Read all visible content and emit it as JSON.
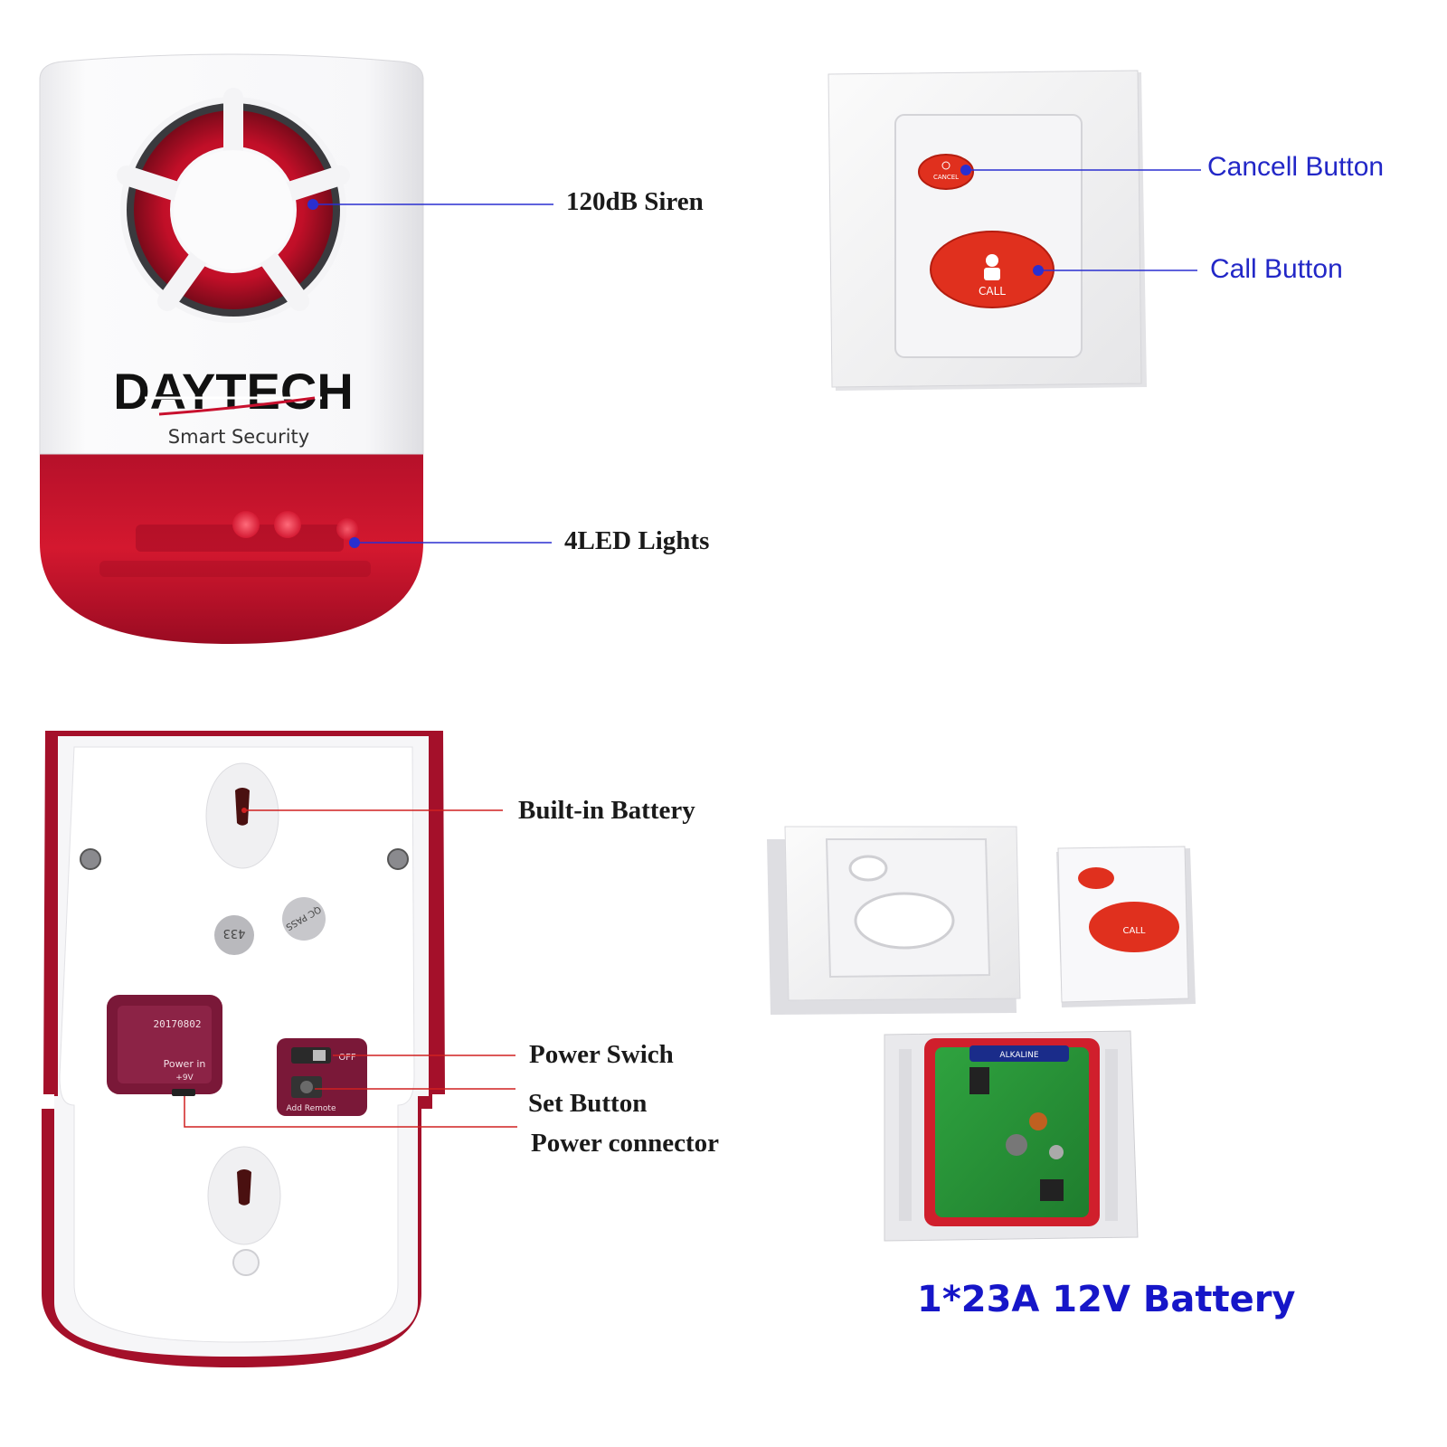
{
  "brand": {
    "name": "DAYTECH",
    "tagline": "Smart Security"
  },
  "button_caps": {
    "cancel": "CANCEL",
    "call": "CALL"
  },
  "pcb_markings": {
    "date_code": "20170802",
    "power_in": "Power in",
    "voltage": "+9V",
    "switch_off": "OFF",
    "set_label": "Add Remote",
    "frequency": "433",
    "qc": "QC PASS",
    "battery_brand": "ALKALINE"
  },
  "labels": {
    "siren": "120dB Siren",
    "leds": "4LED Lights",
    "cancel_button": "Cancell Button",
    "call_button": "Call Button",
    "built_in_battery": "Built-in Battery",
    "power_switch": "Power Swich",
    "set_button": "Set Button",
    "power_connector": "Power connector",
    "remote_battery": "1*23A 12V Battery"
  },
  "colors": {
    "leader_blue": "#2a2fd0",
    "leader_red": "#d02020",
    "siren_red": "#c8102e",
    "label_blue": "#2227c7"
  }
}
